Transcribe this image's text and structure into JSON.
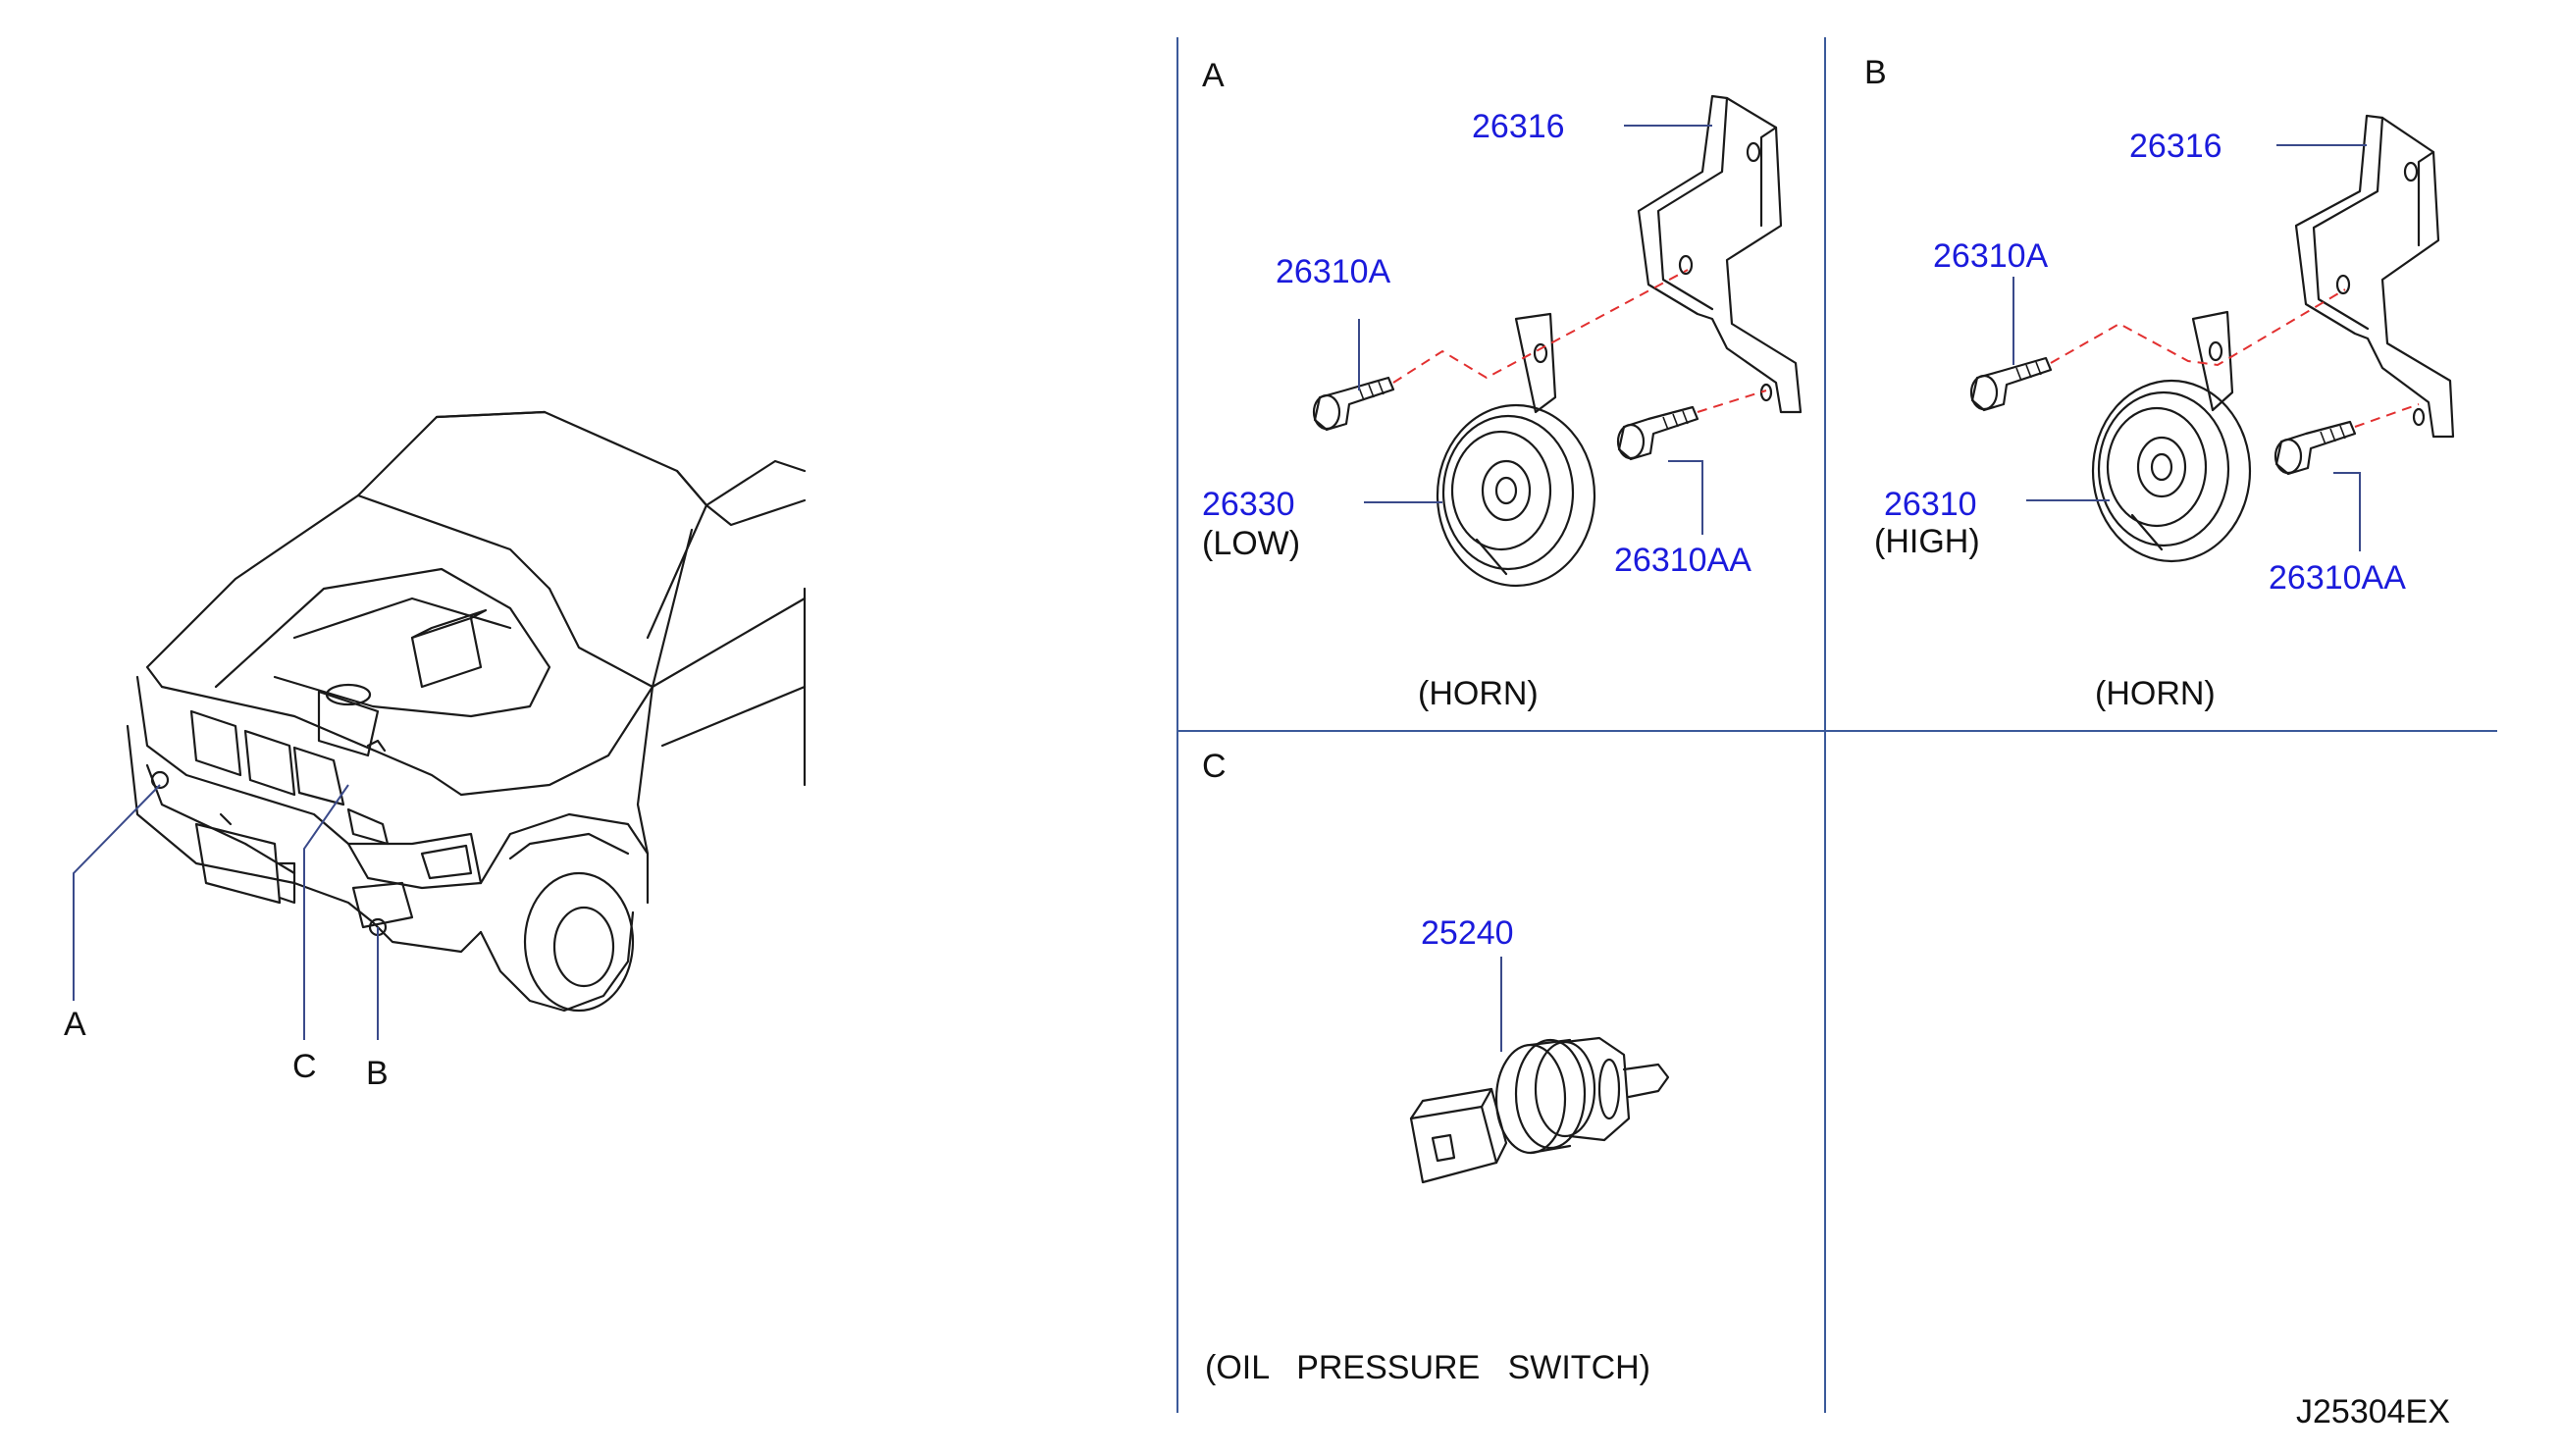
{
  "diagram_code": "J25304EX",
  "overview": {
    "callouts": [
      "A",
      "C",
      "B"
    ]
  },
  "panel_a": {
    "letter": "A",
    "caption": "(HORN)",
    "parts": {
      "bracket": "26316",
      "bolt_upper": "26310A",
      "horn": "26330",
      "horn_note": "(LOW)",
      "bolt_lower": "26310AA"
    }
  },
  "panel_b": {
    "letter": "B",
    "caption": "(HORN)",
    "parts": {
      "bracket": "26316",
      "bolt_upper": "26310A",
      "horn": "26310",
      "horn_note": "(HIGH)",
      "bolt_lower": "26310AA"
    }
  },
  "panel_c": {
    "letter": "C",
    "caption": "(OIL   PRESSURE   SWITCH)",
    "parts": {
      "switch": "25240"
    }
  },
  "colors": {
    "part_number": "#1b1bdc",
    "leader": "#3a4a8a",
    "dashed_guide": "#e23030",
    "grid": "#3b5a9a"
  }
}
